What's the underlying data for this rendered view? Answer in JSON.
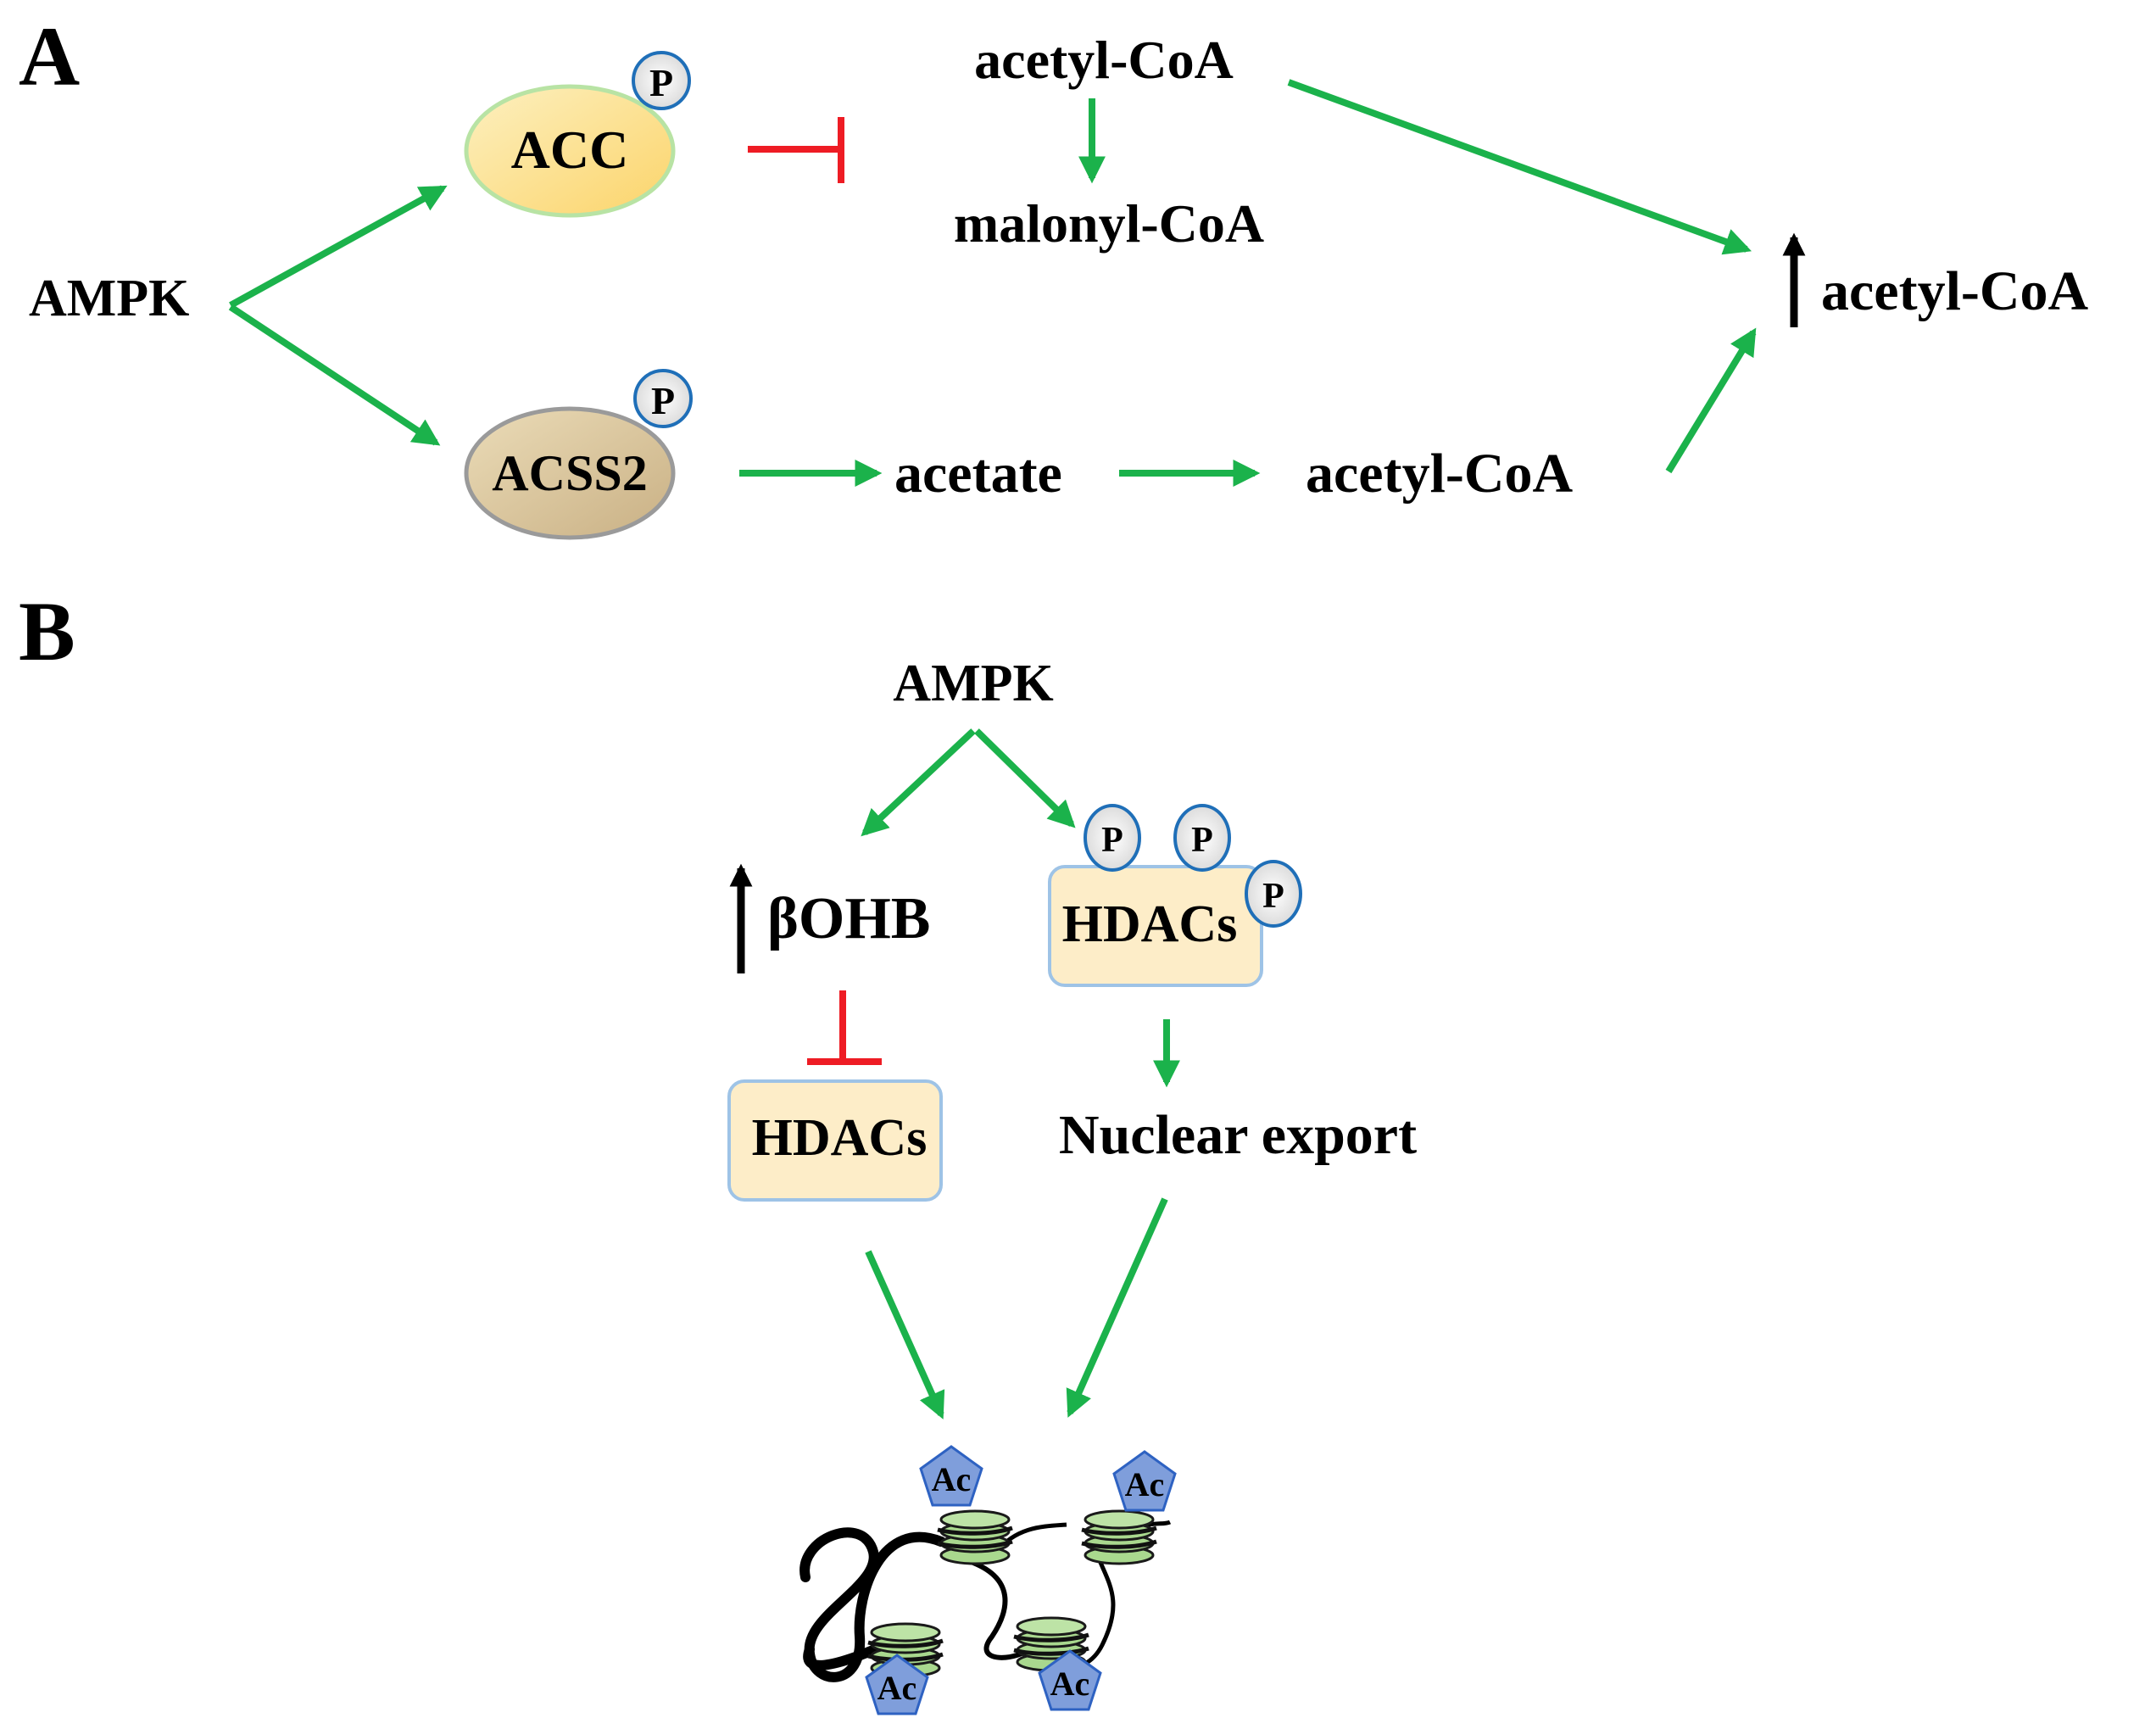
{
  "panel_a": {
    "label": "A",
    "ampk": "AMPK",
    "acc": "ACC",
    "acss2": "ACSS2",
    "phospho": "P",
    "acetyl_coa_top": "acetyl-CoA",
    "malonyl_coa": "malonyl-CoA",
    "acetate": "acetate",
    "acetyl_coa_bottom": "acetyl-CoA",
    "acetyl_coa_result": "acetyl-CoA"
  },
  "panel_b": {
    "label": "B",
    "ampk": "AMPK",
    "bohb": "βOHB",
    "hdacs_phospho": "HDACs",
    "hdacs_inhibited": "HDACs",
    "nuclear_export": "Nuclear export",
    "phospho": "P",
    "acetyl": "Ac"
  },
  "colors": {
    "activation": "#1bb24b",
    "inhibition": "#ee1c24",
    "increase": "#000000",
    "acc_fill": "#fde7a3",
    "acss2_fill": "#d9c69c",
    "hdac_fill": "#fdedc8",
    "hdac_border": "#9ec3e6",
    "phospho_border": "#1f6fb8",
    "acetyl_fill": "#7f9edb",
    "nucleosome_fill": "#a9d88e"
  }
}
